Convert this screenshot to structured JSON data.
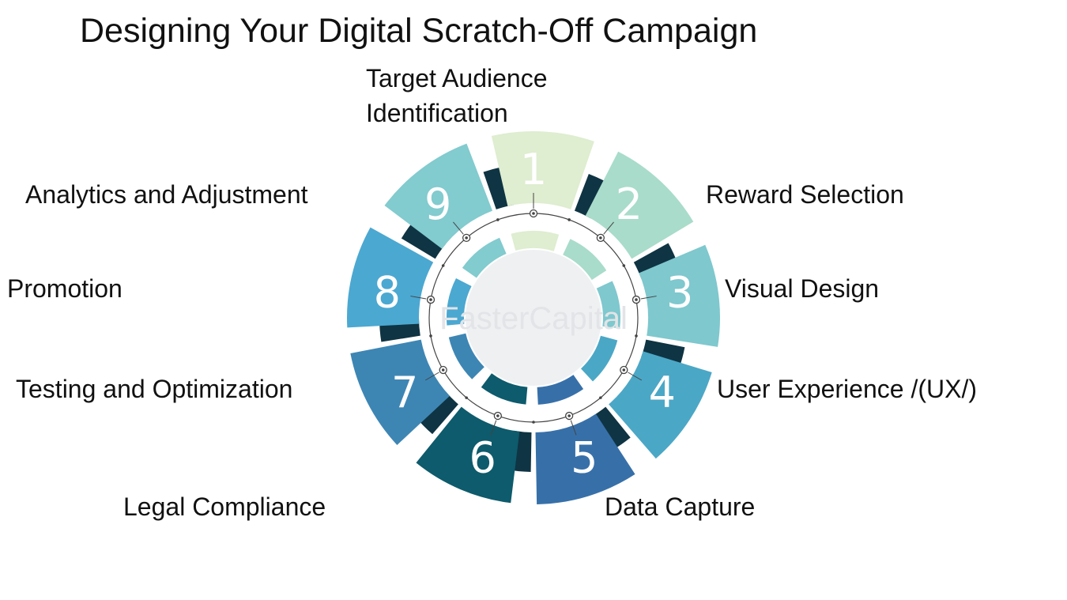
{
  "title": "Designing Your Digital Scratch-Off Campaign",
  "watermark": "FasterCapital",
  "colors": {
    "seg1": "#dfedd0",
    "seg2": "#a9dcca",
    "seg3": "#7ec8ce",
    "seg4": "#4ba7c6",
    "seg5": "#3770a9",
    "seg6": "#0d5b6c",
    "seg7": "#3d86b4",
    "seg8": "#4ba8d1",
    "seg9": "#82cbcf",
    "center": "#eef0f2",
    "dark_gap": "#0f3443",
    "line": "#444444"
  },
  "steps": [
    {
      "number": "1",
      "label_line1": "Target Audience",
      "label_line2": "Identification"
    },
    {
      "number": "2",
      "label": "Reward Selection"
    },
    {
      "number": "3",
      "label": "Visual Design"
    },
    {
      "number": "4",
      "label": "User Experience /(UX/)"
    },
    {
      "number": "5",
      "label": "Data Capture"
    },
    {
      "number": "6",
      "label": "Legal Compliance"
    },
    {
      "number": "7",
      "label": "Testing and Optimization"
    },
    {
      "number": "8",
      "label": "Promotion"
    },
    {
      "number": "9",
      "label": "Analytics and Adjustment"
    }
  ]
}
